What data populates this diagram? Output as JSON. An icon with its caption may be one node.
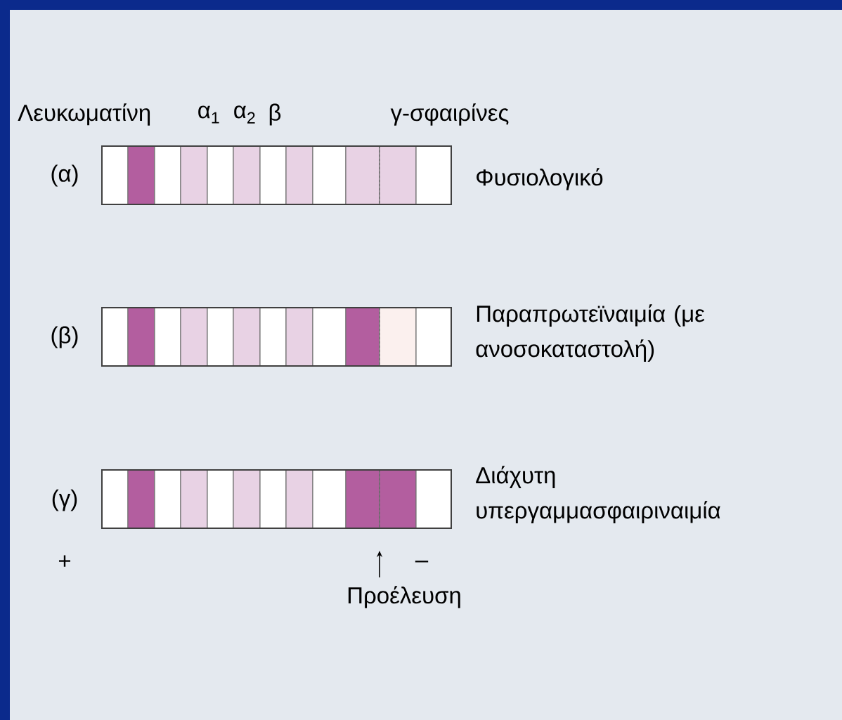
{
  "diagram": {
    "labels": [
      "Λευκωματίνη",
      "α$_{1}$",
      "α$_{2}$",
      "β",
      "γ-σφαιρίνες",
      "(α)",
      "Φυσιολογικό",
      "(β)",
      "Παραπρωτεϊναιμία (με ανοσοκαταστολή)",
      "(γ)",
      "Διάχυτη υπεργαμμασφαιριναιμία",
      "+",
      "–",
      "Προέλευση"
    ]
  }
}
